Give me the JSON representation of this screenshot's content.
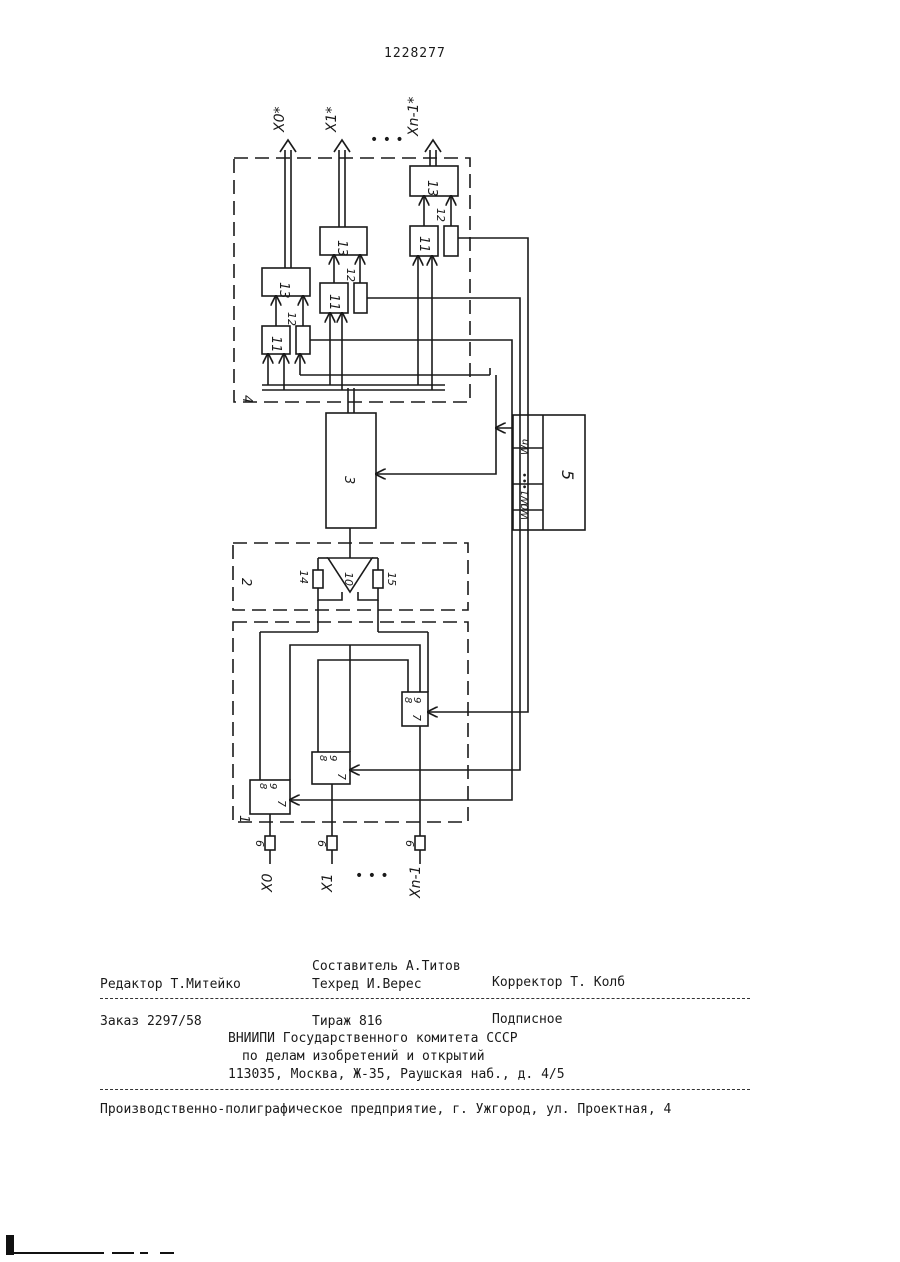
{
  "patent_number": "1228277",
  "diagram": {
    "blocks": {
      "b1": "1",
      "b2": "2",
      "b3": "3",
      "b4": "4",
      "b5": "5",
      "comp11": "11",
      "comp12": "12",
      "comp13": "13",
      "amp10": "10",
      "res14": "14",
      "res15": "15",
      "sw7": "7",
      "sw8": "8",
      "sw9": "9",
      "res6": "6"
    },
    "block5_ports": [
      "W0",
      "W1•••",
      "Wn"
    ],
    "outputs": [
      "X0*",
      "X1*",
      "Xn-1*"
    ],
    "inputs": [
      "X0",
      "X1",
      "Xn-1"
    ],
    "ellipsis": "• • •"
  },
  "imprint": {
    "compiler": "Составитель А.Титов",
    "editor": "Редактор Т.Митейко",
    "techred": "Техред И.Верес",
    "corrector": "Корректор Т. Колб",
    "order": "Заказ 2297/58",
    "circulation": "Тираж 816",
    "subscription": "Подписное",
    "org_line1": "ВНИИПИ Государственного комитета СССР",
    "org_line2": "по делам изобретений и открытий",
    "org_line3": "113035, Москва, Ж-35, Раушская наб., д. 4/5",
    "printer": "Производственно-полиграфическое предприятие, г. Ужгород, ул. Проектная, 4"
  }
}
